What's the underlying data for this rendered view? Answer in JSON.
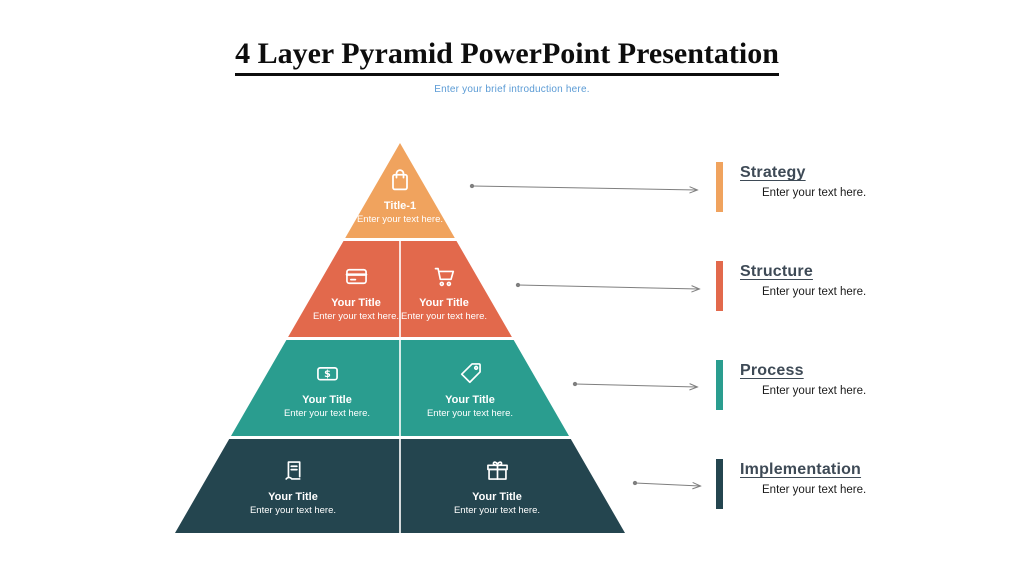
{
  "slide": {
    "title": "4 Layer Pyramid PowerPoint Presentation",
    "subtitle": "Enter your brief introduction here."
  },
  "colors": {
    "layer1_orange": "#F0A35E",
    "layer2_red": "#E2694C",
    "layer3_teal": "#2A9D8F",
    "layer4_navy": "#24454F",
    "connector_gray": "#7F7F7F",
    "label_heading": "#3E4A56",
    "intro_blue": "#5B9BD5"
  },
  "pyramid": {
    "layers": [
      {
        "color": "#F0A35E",
        "segments": [
          {
            "icon": "shopping-bag-icon",
            "title": "Title-1",
            "subtitle": "Enter your text here."
          }
        ]
      },
      {
        "color": "#E2694C",
        "segments": [
          {
            "icon": "credit-card-icon",
            "title": "Your Title",
            "subtitle": "Enter your text here."
          },
          {
            "icon": "shopping-cart-icon",
            "title": "Your Title",
            "subtitle": "Enter your text here."
          }
        ]
      },
      {
        "color": "#2A9D8F",
        "segments": [
          {
            "icon": "money-bill-icon",
            "title": "Your Title",
            "subtitle": "Enter your text here."
          },
          {
            "icon": "price-tag-icon",
            "title": "Your Title",
            "subtitle": "Enter your text here."
          }
        ]
      },
      {
        "color": "#24454F",
        "segments": [
          {
            "icon": "receipt-icon",
            "title": "Your Title",
            "subtitle": "Enter your text here."
          },
          {
            "icon": "gift-icon",
            "title": "Your Title",
            "subtitle": "Enter your text here."
          }
        ]
      }
    ]
  },
  "labels": [
    {
      "title": "Strategy",
      "subtitle": "Enter your text here.",
      "color": "#F0A35E"
    },
    {
      "title": "Structure",
      "subtitle": "Enter your text here.",
      "color": "#E2694C"
    },
    {
      "title": "Process",
      "subtitle": "Enter your text here.",
      "color": "#2A9D8F"
    },
    {
      "title": "Implementation",
      "subtitle": "Enter your text here.",
      "color": "#24454F"
    }
  ]
}
